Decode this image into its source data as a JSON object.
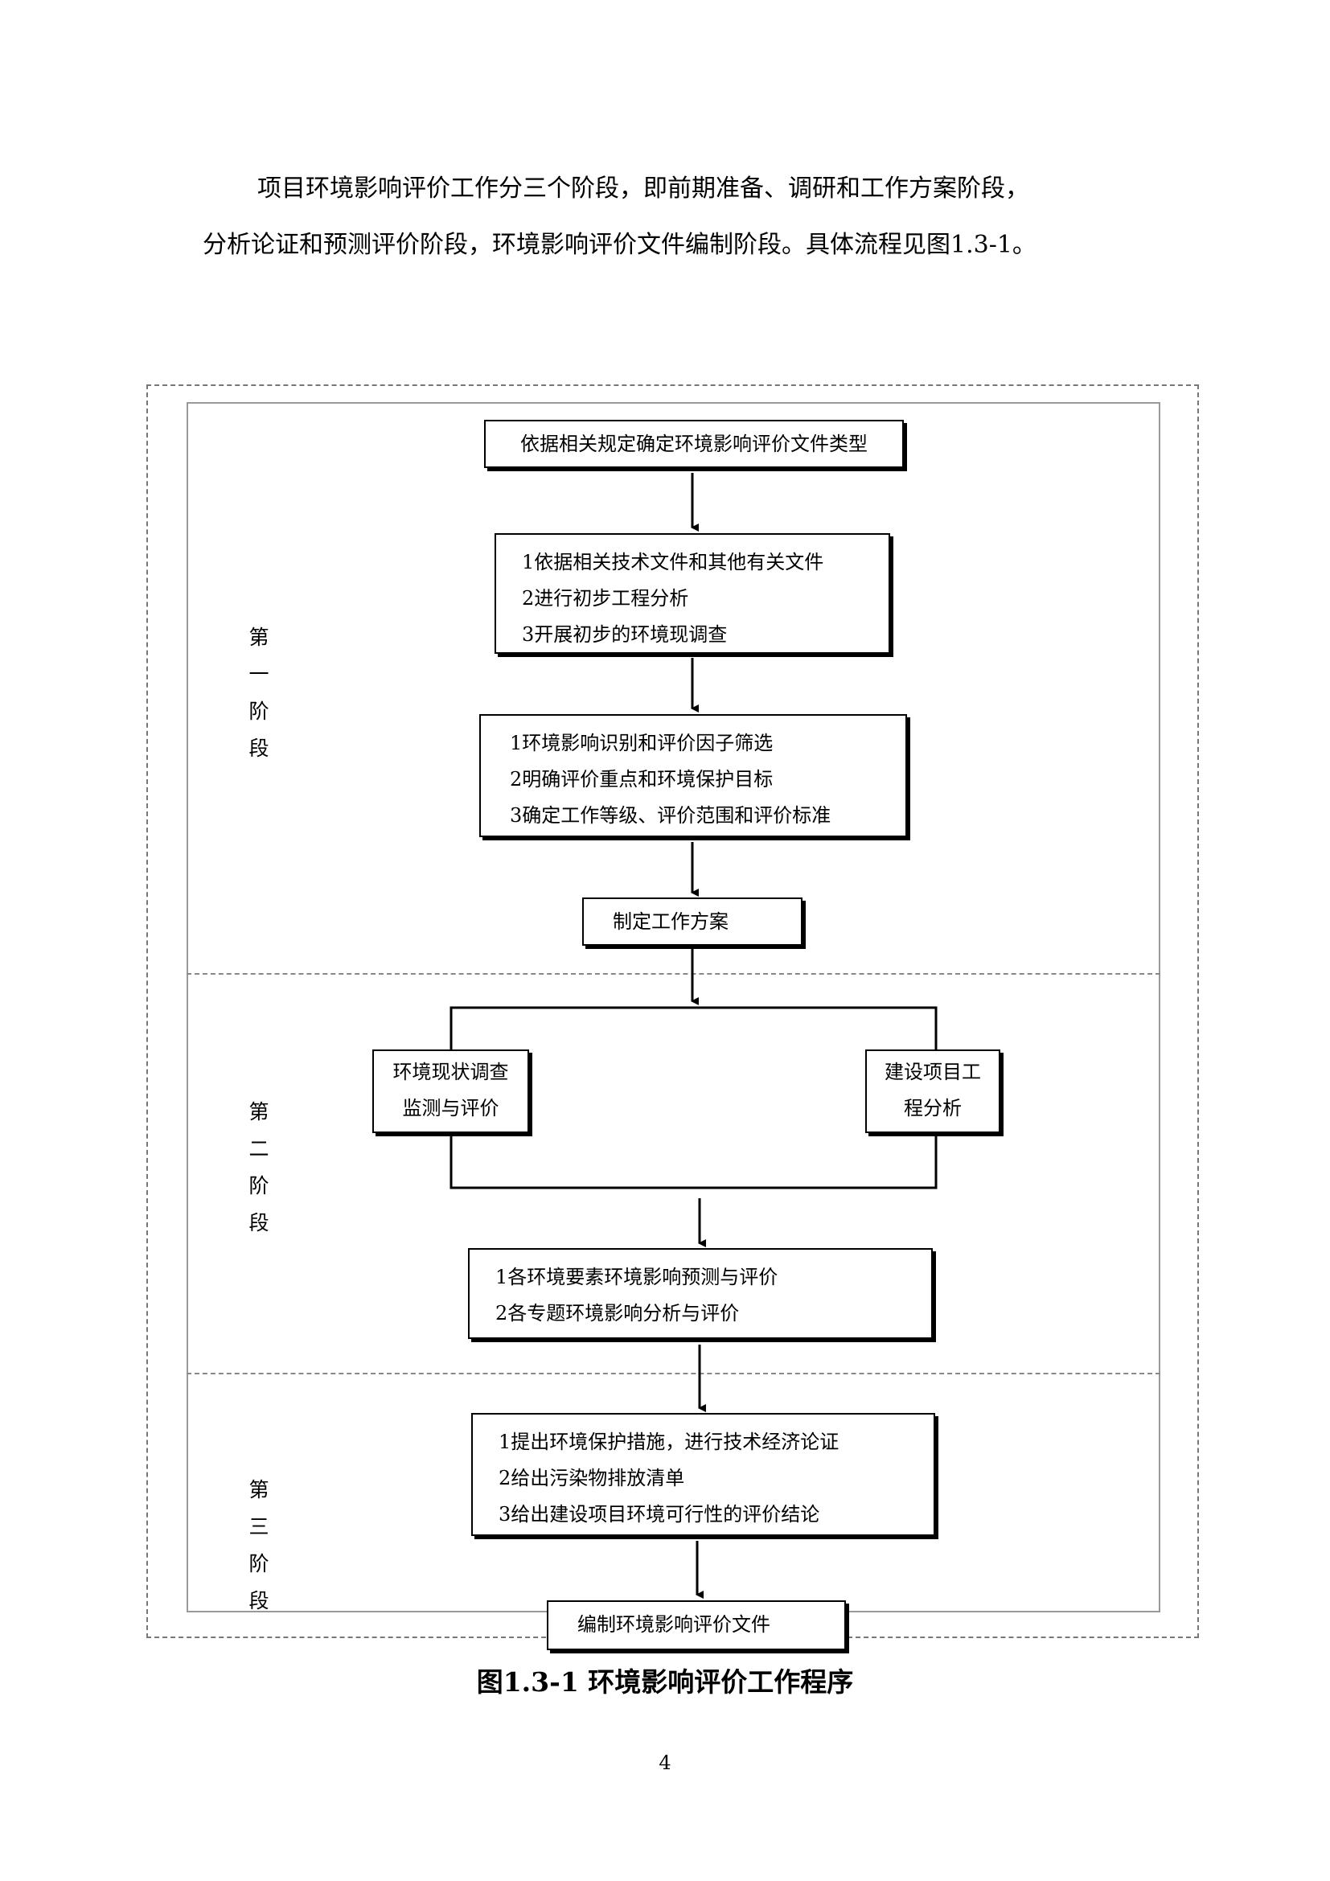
{
  "intro": {
    "line1": "项目环境影响评价工作分三个阶段，即前期准备、调研和工作方案阶段，",
    "line2": "分析论证和预测评价阶段，环境影响评价文件编制阶段。具体流程见图1.3-1。"
  },
  "stages": [
    {
      "chars": [
        "第",
        "一",
        "阶",
        "段"
      ]
    },
    {
      "chars": [
        "第",
        "二",
        "阶",
        "段"
      ]
    },
    {
      "chars": [
        "第",
        "三",
        "阶",
        "段"
      ]
    }
  ],
  "flow": {
    "step1": "依据相关规定确定环境影响评价文件类型",
    "step2": [
      "1依据相关技术文件和其他有关文件",
      "2进行初步工程分析",
      "3开展初步的环境现调查"
    ],
    "step3": [
      "1环境影响识别和评价因子筛选",
      "2明确评价重点和环境保护目标",
      "3确定工作等级、评价范围和评价标准"
    ],
    "step4": "制定工作方案",
    "branch_left": [
      "环境现状调查",
      "监测与评价"
    ],
    "branch_right": [
      "建设项目工",
      "程分析"
    ],
    "step5": [
      "1各环境要素环境影响预测与评价",
      "2各专题环境影响分析与评价"
    ],
    "step6": [
      "1提出环境保护措施，进行技术经济论证",
      "2给出污染物排放清单",
      "3给出建设项目环境可行性的评价结论"
    ],
    "step7": "编制环境影响评价文件"
  },
  "caption": "图1.3-1  环境影响评价工作程序",
  "page_number": "4"
}
